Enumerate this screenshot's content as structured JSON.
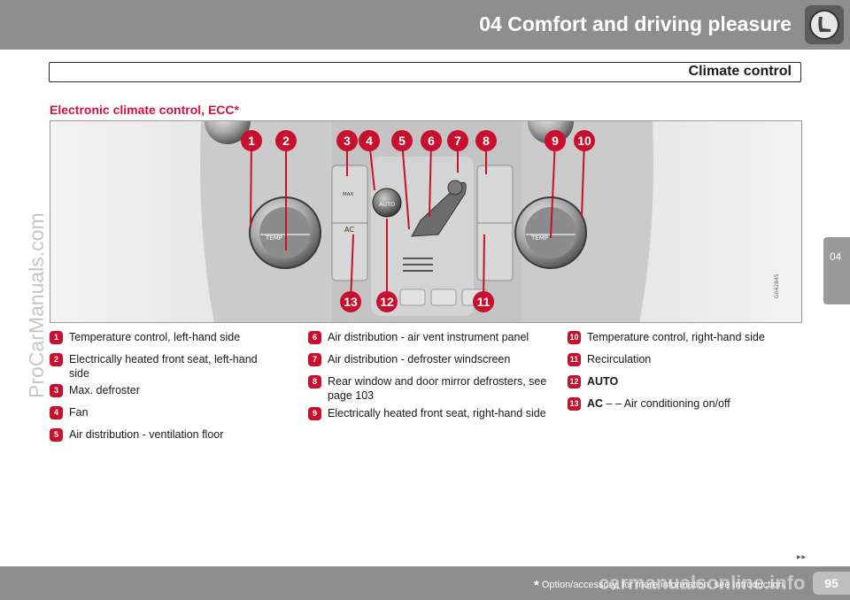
{
  "header": {
    "chapter_title": "04 Comfort and driving pleasure",
    "icon": "seat-icon",
    "section_title": "Climate control",
    "side_tab": "04"
  },
  "watermark": "ProCarManuals.com",
  "page": {
    "heading": "Electronic climate control, ECC*"
  },
  "diagram": {
    "callouts": [
      "1",
      "2",
      "3",
      "4",
      "5",
      "6",
      "7",
      "8",
      "9",
      "10",
      "11",
      "12",
      "13"
    ],
    "panel_labels": {
      "temp_left": "TEMP",
      "temp_right": "TEMP",
      "max": "MAX",
      "auto": "AUTO",
      "ac": "AC"
    },
    "image_code": "G042845",
    "callout_color": "#c8102e"
  },
  "legend": [
    {
      "number": "1",
      "text": "Temperature control, left-hand side"
    },
    {
      "number": "2",
      "text": "Electrically heated front seat, left-hand side"
    },
    {
      "number": "3",
      "text": "Max. defroster"
    },
    {
      "number": "4",
      "text": "Fan"
    },
    {
      "number": "5",
      "text": "Air distribution - ventilation floor"
    },
    {
      "number": "6",
      "text": "Air distribution - air vent instrument panel"
    },
    {
      "number": "7",
      "text": "Air distribution - defroster windscreen"
    },
    {
      "number": "8",
      "text": "Rear window and door mirror defrosters, see page 103"
    },
    {
      "number": "9",
      "text": "Electrically heated front seat, right-hand side"
    },
    {
      "number": "10",
      "text": "Temperature control, right-hand side"
    },
    {
      "number": "11",
      "text": "Recirculation"
    },
    {
      "number": "12",
      "bold": "AUTO"
    },
    {
      "number": "13",
      "bold": "AC",
      "text": " – – Air conditioning on/off"
    }
  ],
  "footer": {
    "continue_arrows": "▸▸",
    "footnote_star": "*",
    "footnote": " Option/accessory, for more information, see Introduction.",
    "page_number": "95",
    "watermark": "carmanualsonline.info"
  }
}
